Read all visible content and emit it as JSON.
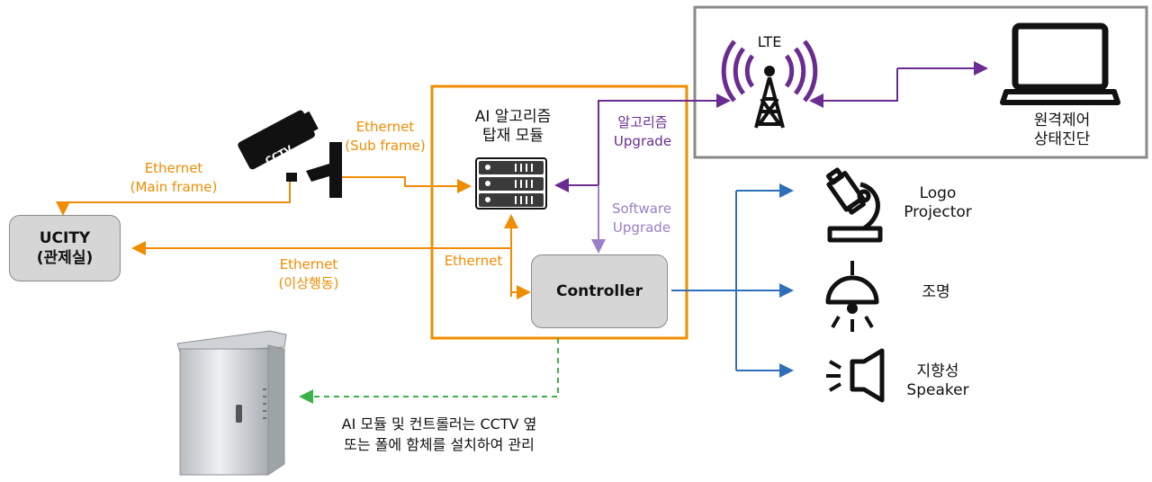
{
  "ai_module": {
    "title_line1": "AI 알고리즘",
    "title_line2": "탑재 모듈"
  },
  "ucity": {
    "line1": "UCITY",
    "line2": "(관제실)"
  },
  "controller": {
    "label": "Controller"
  },
  "remote": {
    "lte_label": "LTE",
    "laptop_line1": "원격제어",
    "laptop_line2": "상태진단"
  },
  "links": {
    "sub_frame": {
      "line1": "Ethernet",
      "line2": "(Sub frame)"
    },
    "main_frame": {
      "line1": "Ethernet",
      "line2": "(Main frame)"
    },
    "abnormal": {
      "line1": "Ethernet",
      "line2": "(이상행동)"
    },
    "controller_eth": "Ethernet",
    "algo_upgrade": {
      "line1": "알고리즘",
      "line2": "Upgrade"
    },
    "sw_upgrade": {
      "line1": "Software",
      "line2": "Upgrade"
    }
  },
  "camera": {
    "text": "CCTV"
  },
  "outputs": {
    "logo": {
      "line1": "Logo",
      "line2": "Projector"
    },
    "light": "조명",
    "speaker": {
      "line1": "지향성",
      "line2": "Speaker"
    }
  },
  "cabinet_note": {
    "line1": "AI 모듈 및 컨트롤러는 CCTV 옆",
    "line2": "또는 폴에 함체를 설치하여 관리"
  },
  "colors": {
    "orange": "#f08c00",
    "purple": "#6a2c91",
    "blue": "#2f6fb8",
    "green": "#3cb34a",
    "grey": "#8a8a8a"
  }
}
